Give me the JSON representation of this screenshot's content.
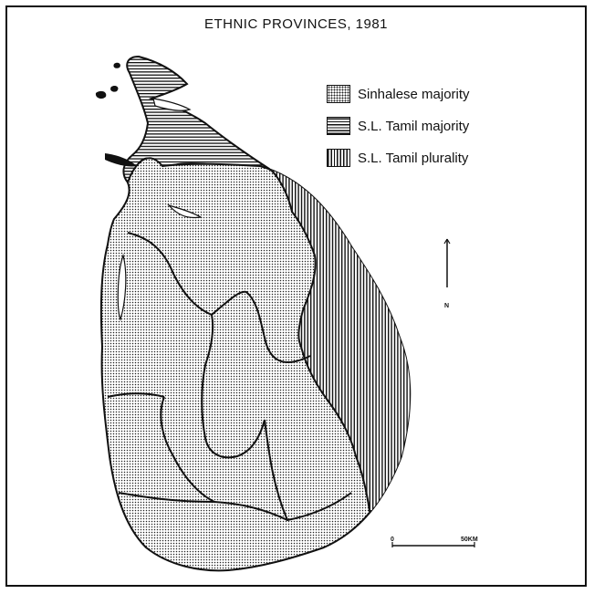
{
  "map": {
    "title": "ETHNIC PROVINCES, 1981",
    "legend": [
      {
        "label": "Sinhalese majority",
        "pattern": "dots"
      },
      {
        "label": "S.L. Tamil  majority",
        "pattern": "horizontal-lines"
      },
      {
        "label": "S.L. Tamil plurality",
        "pattern": "vertical-lines"
      }
    ],
    "north_arrow_label": "N",
    "scale_bar": {
      "start_label": "0",
      "end_label": "50KM"
    },
    "colors": {
      "ink": "#111111",
      "paper": "#ffffff"
    }
  }
}
